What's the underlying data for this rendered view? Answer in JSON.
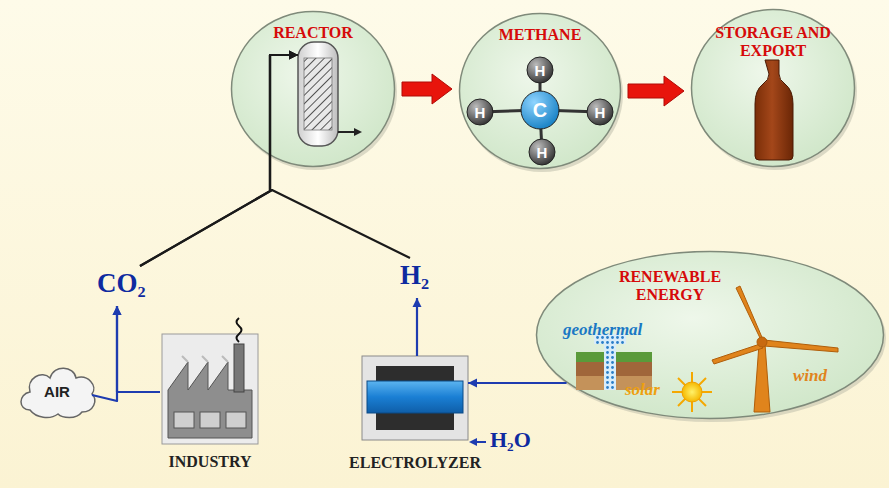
{
  "diagram": {
    "nodes": [
      {
        "text": [
          "REACTOR"
        ]
      },
      {
        "text": [
          "METHANE"
        ]
      },
      {
        "text": [
          "H"
        ],
        "in": 1
      },
      {
        "text": [
          "H"
        ],
        "in": 1
      },
      {
        "text": [
          "C"
        ],
        "in": 1
      },
      {
        "text": [
          "H"
        ],
        "in": 1
      },
      {
        "text": [
          "H"
        ],
        "in": 1
      },
      {
        "text": [
          "STORAGE AND EXPORT"
        ]
      },
      {
        "text": [
          "RENEWABLE ENERGY",
          "geothermal",
          "solar",
          "wind"
        ]
      },
      {
        "text": [
          "AIR"
        ]
      },
      {
        "text": [
          "INDUSTRY"
        ]
      },
      {
        "text": [
          "ELECTROLYZER"
        ]
      }
    ],
    "edges": [
      {
        "from": 0,
        "to": 1,
        "arrow": "to"
      },
      {
        "from": 1,
        "to": 7,
        "arrow": "to"
      },
      {
        "from": 9,
        "to": 0,
        "arrow": "to"
      },
      {
        "from": 10,
        "to": 0,
        "arrow": "to"
      },
      {
        "from": 11,
        "to": 0,
        "arrow": "to"
      },
      {
        "from": 8,
        "to": 11,
        "arrow": "to"
      }
    ],
    "labels": [
      "CO₂",
      "H₂",
      "H₂O"
    ]
  }
}
